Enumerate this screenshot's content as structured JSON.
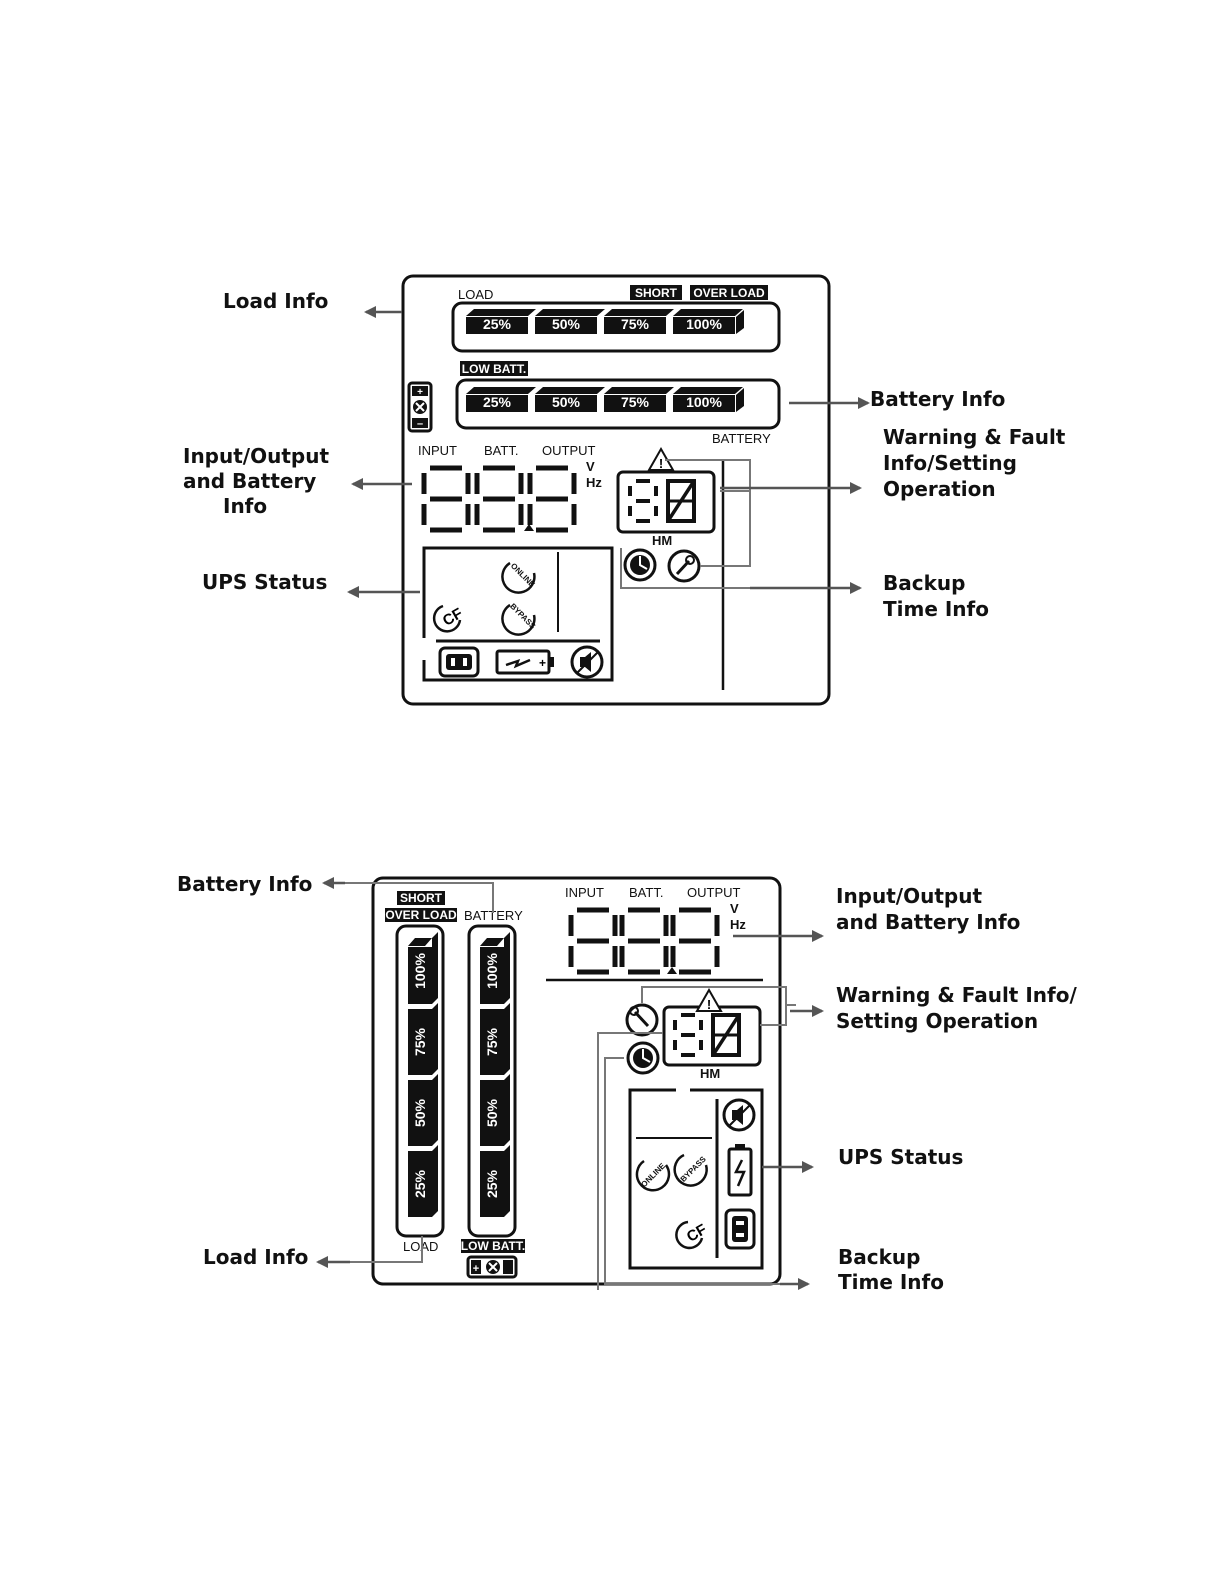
{
  "diagram_top": {
    "callouts": {
      "load_info": "Load Info",
      "battery_info": "Battery Info",
      "io_info": [
        "Input/Output",
        "and Battery",
        "Info"
      ],
      "warning_info": [
        "Warning & Fault",
        "Info/Setting",
        "Operation"
      ],
      "ups_status": "UPS Status",
      "backup_time": [
        "Backup",
        "Time Info"
      ]
    },
    "lcd": {
      "load_label": "LOAD",
      "short_tag": "SHORT",
      "overload_tag": "OVER LOAD",
      "low_batt_tag": "LOW BATT.",
      "battery_label": "BATTERY",
      "input_label": "INPUT",
      "batt_label": "BATT.",
      "output_label": "OUTPUT",
      "v_label": "V",
      "hz_label": "Hz",
      "hm_label": "HM",
      "load_levels": [
        "25%",
        "50%",
        "75%",
        "100%"
      ],
      "battery_levels": [
        "25%",
        "50%",
        "75%",
        "100%"
      ],
      "online_label": "ONLINE",
      "bypass_label": "BYPASS",
      "cf_label": "CF"
    }
  },
  "diagram_bottom": {
    "callouts": {
      "battery_info": "Battery Info",
      "io_info": [
        "Input/Output",
        "and Battery Info"
      ],
      "warning_info": [
        "Warning & Fault Info/",
        "Setting Operation"
      ],
      "ups_status": "UPS Status",
      "load_info": "Load Info",
      "backup_time": [
        "Backup",
        "Time Info"
      ]
    },
    "lcd": {
      "short_tag": "SHORT",
      "overload_tag": "OVER LOAD",
      "battery_label": "BATTERY",
      "load_label": "LOAD",
      "low_batt_tag": "LOW BATT.",
      "input_label": "INPUT",
      "batt_label": "BATT.",
      "output_label": "OUTPUT",
      "v_label": "V",
      "hz_label": "Hz",
      "hm_label": "HM",
      "load_levels": [
        "100%",
        "75%",
        "50%",
        "25%"
      ],
      "battery_levels": [
        "100%",
        "75%",
        "50%",
        "25%"
      ],
      "online_label": "ONLINE",
      "bypass_label": "BYPASS",
      "cf_label": "CF"
    }
  }
}
